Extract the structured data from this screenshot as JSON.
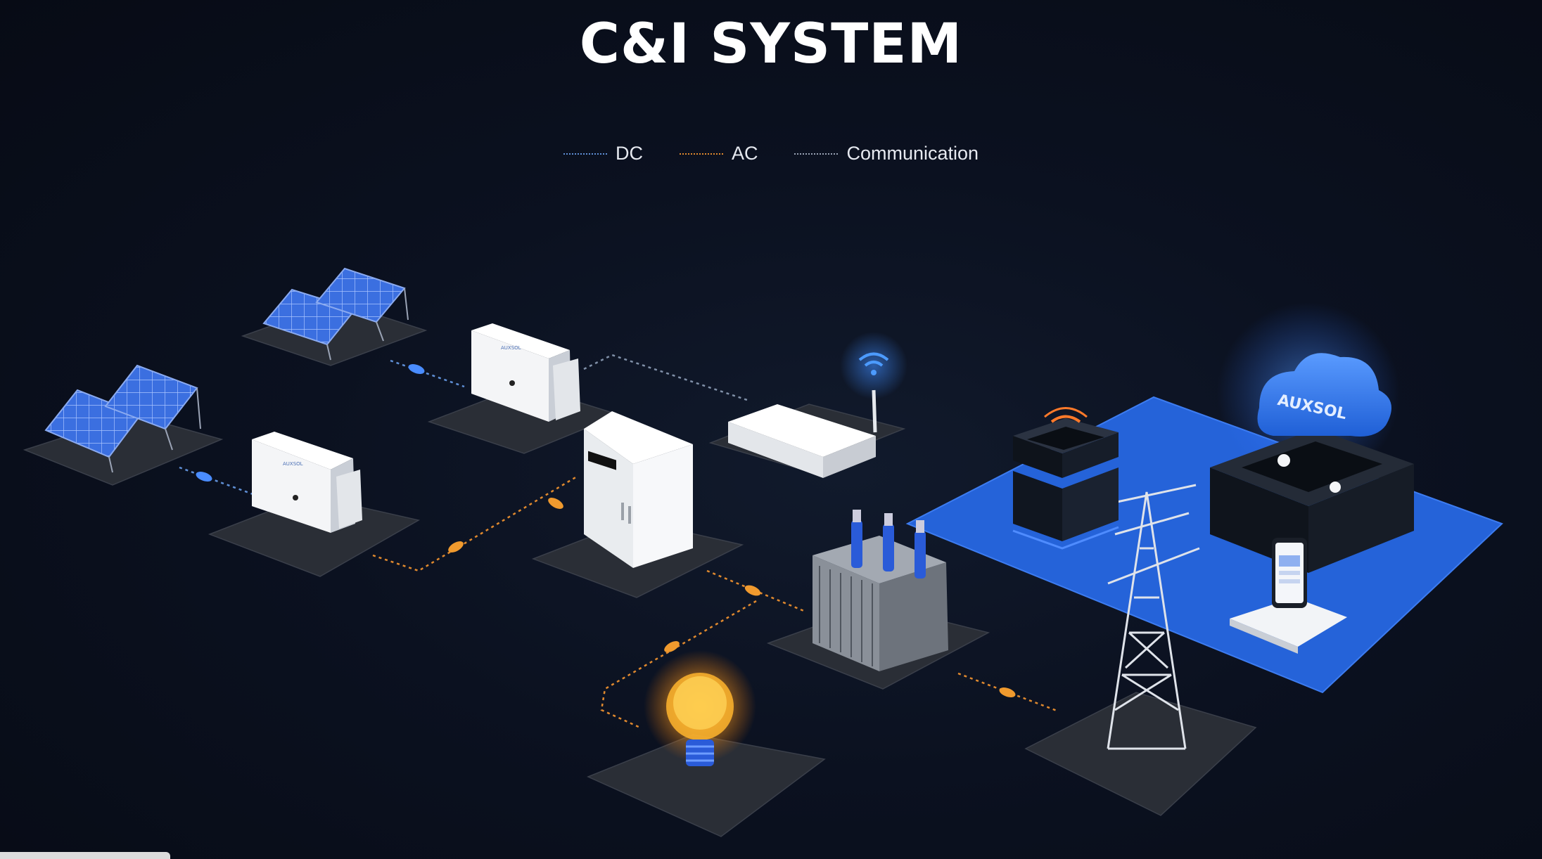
{
  "title": "C&I SYSTEM",
  "legend": [
    {
      "label": "DC",
      "color": "#5f8fd6"
    },
    {
      "label": "AC",
      "color": "#e0892e"
    },
    {
      "label": "Communication",
      "color": "#9aa3b5"
    }
  ],
  "brand_logo": "AUXSOL",
  "colors": {
    "background": "#0b1120",
    "platform": "#2a2e36",
    "cloud_platform": "#2563d9",
    "panel_blue": "#3b6fe0",
    "dc_line": "#5f8fd6",
    "ac_line": "#e0892e"
  },
  "components": [
    "solar-array-icon",
    "inverter-icon",
    "energy-storage-cabinet-icon",
    "router-icon",
    "transformer-icon",
    "light-bulb-icon",
    "transmission-tower-icon",
    "smart-meter-icon",
    "cloud-server-icon",
    "smartphone-icon"
  ]
}
